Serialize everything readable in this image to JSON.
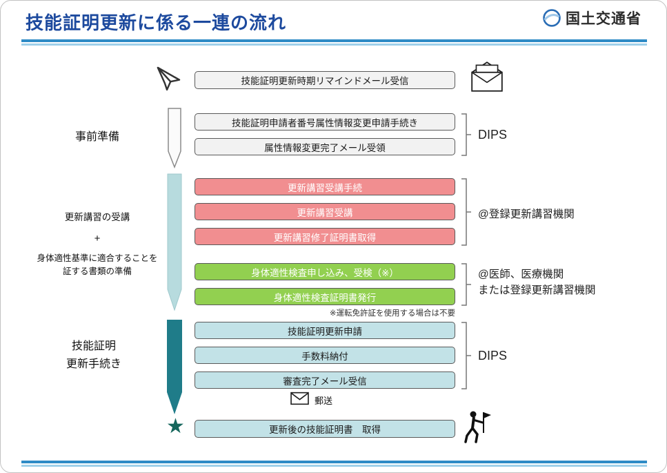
{
  "colors": {
    "title_blue": "#1d4a9e",
    "rule_blue": "#2e8bc6",
    "rule_light_blue": "#9fd0ea",
    "pink_box": "#f18e90",
    "green_box": "#92d050",
    "light_blue_box": "#c2e2e7",
    "gray_box": "#f2f2f2",
    "border_gray": "#595959",
    "arrow_white": "#fbfbfb",
    "arrow_light_teal": "#b7dbde",
    "arrow_dark_teal": "#1f7c89",
    "star_teal": "#15665c"
  },
  "icons": {
    "paper_plane": "paper-plane-icon",
    "open_mail": "open-mail-icon",
    "closed_mail": "mail-icon",
    "star": "star-icon",
    "goal_person": "person-with-flag-icon",
    "agency_logo": "mlit-logo"
  },
  "header": {
    "title": "技能証明更新に係る一連の流れ",
    "agency": "国土交通省"
  },
  "remind": {
    "box": "技能証明更新時期リマインドメール受信"
  },
  "pre": {
    "label": "事前準備",
    "boxes": [
      "技能証明申請者番号属性情報変更申請手続き",
      "属性情報変更完了メール受領"
    ],
    "bracket": "DIPS"
  },
  "training": {
    "label_course": "更新講習の受講",
    "label_plus": "+",
    "label_medical": "身体適性基準に適合することを\n証する書類の準備",
    "course_boxes": [
      "更新講習受講手続",
      "更新講習受講",
      "更新講習修了証明書取得"
    ],
    "course_bracket": "@登録更新講習機関",
    "medical_boxes": [
      "身体適性検査申し込み、受検（※）",
      "身体適性検査証明書発行"
    ],
    "medical_bracket": "@医師、医療機関\nまたは登録更新講習機関",
    "note": "※運転免許証を使用する場合は不要"
  },
  "renewal": {
    "label": "技能証明\n更新手続き",
    "boxes": [
      "技能証明更新申請",
      "手数料納付",
      "審査完了メール受信"
    ],
    "bracket": "DIPS"
  },
  "mail": {
    "label": "郵送"
  },
  "final": {
    "box": "更新後の技能証明書　取得"
  }
}
